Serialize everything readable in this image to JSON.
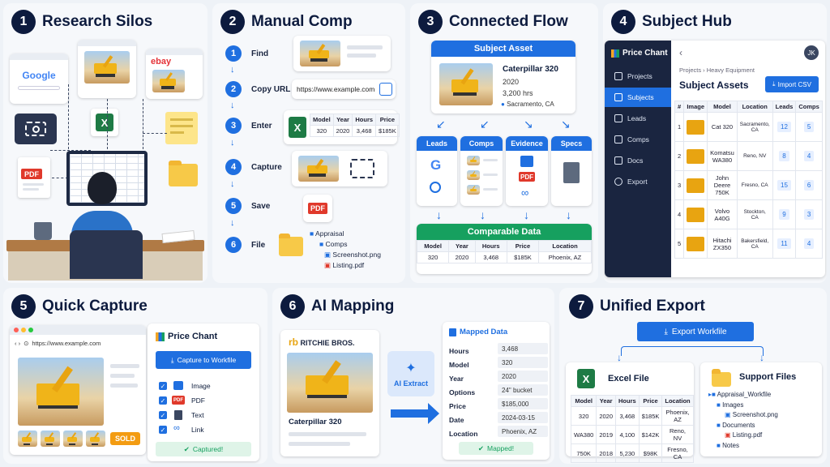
{
  "panels": {
    "p1": {
      "num": "1",
      "title": "Research Silos",
      "google": "Google",
      "ebay": "ebay",
      "pdf": "PDF"
    },
    "p2": {
      "num": "2",
      "title": "Manual Comp",
      "steps": [
        {
          "n": "1",
          "label": "Find"
        },
        {
          "n": "2",
          "label": "Copy URL"
        },
        {
          "n": "3",
          "label": "Enter"
        },
        {
          "n": "4",
          "label": "Capture"
        },
        {
          "n": "5",
          "label": "Save"
        },
        {
          "n": "6",
          "label": "File"
        }
      ],
      "url": "https://www.example.com",
      "table": {
        "headers": [
          "Model",
          "Year",
          "Hours",
          "Price"
        ],
        "row": [
          "320",
          "2020",
          "3,468",
          "$185K"
        ]
      },
      "pdf": "PDF",
      "tree": [
        "Appraisal",
        "Comps",
        "Screenshot.png",
        "Listing.pdf"
      ]
    },
    "p3": {
      "num": "3",
      "title": "Connected Flow",
      "subject_header": "Subject Asset",
      "asset": {
        "name": "Caterpillar 320",
        "year": "2020",
        "hours": "3,200 hrs",
        "location": "Sacramento, CA"
      },
      "tabs": [
        "Leads",
        "Comps",
        "Evidence",
        "Specs"
      ],
      "pdf": "PDF",
      "comparable": {
        "header": "Comparable Data",
        "headers": [
          "Model",
          "Year",
          "Hours",
          "Price",
          "Location"
        ],
        "row": [
          "320",
          "2020",
          "3,468",
          "$185K",
          "Phoenix, AZ"
        ]
      }
    },
    "p4": {
      "num": "4",
      "title": "Subject Hub",
      "brand": "Price Chant",
      "avatar": "JK",
      "nav": [
        "Projects",
        "Subjects",
        "Leads",
        "Comps",
        "Docs",
        "Export"
      ],
      "breadcrumb": [
        "Projects",
        "Heavy Equipment"
      ],
      "heading": "Subject Assets",
      "import": "Import CSV",
      "headers": [
        "#",
        "Image",
        "Model",
        "Location",
        "Leads",
        "Comps"
      ],
      "rows": [
        {
          "n": "1",
          "model": "Cat 320",
          "location": "Sacramento, CA",
          "leads": "12",
          "comps": "5"
        },
        {
          "n": "2",
          "model": "Komatsu WA380",
          "location": "Reno, NV",
          "leads": "8",
          "comps": "4"
        },
        {
          "n": "3",
          "model": "John Deere 750K",
          "location": "Fresno, CA",
          "leads": "15",
          "comps": "6"
        },
        {
          "n": "4",
          "model": "Volvo A40G",
          "location": "Stockton, CA",
          "leads": "9",
          "comps": "3"
        },
        {
          "n": "5",
          "model": "Hitachi ZX350",
          "location": "Bakersfield, CA",
          "leads": "11",
          "comps": "4"
        }
      ]
    },
    "p5": {
      "num": "5",
      "title": "Quick Capture",
      "url": "https://www.example.com",
      "sold": "SOLD",
      "brand": "Price Chant",
      "capture_btn": "Capture to Workfile",
      "items": [
        "Image",
        "PDF",
        "Text",
        "Link"
      ],
      "pdf": "PDF",
      "captured": "Captured!"
    },
    "p6": {
      "num": "6",
      "title": "AI Mapping",
      "logo_rb": "rb",
      "logo_name": "RITCHIE BROS.",
      "asset": "Caterpillar 320",
      "ai": "AI Extract",
      "mapped_header": "Mapped Data",
      "fields": [
        {
          "k": "Hours",
          "v": "3,468"
        },
        {
          "k": "Model",
          "v": "320"
        },
        {
          "k": "Year",
          "v": "2020"
        },
        {
          "k": "Options",
          "v": "24\" bucket"
        },
        {
          "k": "Price",
          "v": "$185,000"
        },
        {
          "k": "Date",
          "v": "2024-03-15"
        },
        {
          "k": "Location",
          "v": "Phoenix, AZ"
        }
      ],
      "mapped": "Mapped!"
    },
    "p7": {
      "num": "7",
      "title": "Unified Export",
      "export_btn": "Export Workfile",
      "excel": {
        "title": "Excel File",
        "headers": [
          "Model",
          "Year",
          "Hours",
          "Price",
          "Location"
        ],
        "rows": [
          [
            "320",
            "2020",
            "3,468",
            "$185K",
            "Phoenix, AZ"
          ],
          [
            "WA380",
            "2019",
            "4,100",
            "$142K",
            "Reno, NV"
          ],
          [
            "750K",
            "2018",
            "5,230",
            "$98K",
            "Fresno, CA"
          ]
        ]
      },
      "support": {
        "title": "Support Files",
        "tree": [
          "Appraisal_Workfile",
          "Images",
          "Screenshot.png",
          "Documents",
          "Listing.pdf",
          "Notes"
        ]
      }
    }
  },
  "colors": {
    "navy": "#0d1b3e",
    "blue": "#1f6fe0",
    "green": "#16a05f",
    "red": "#e0392b",
    "excel": "#1e7b45",
    "folder": "#f7c948"
  }
}
